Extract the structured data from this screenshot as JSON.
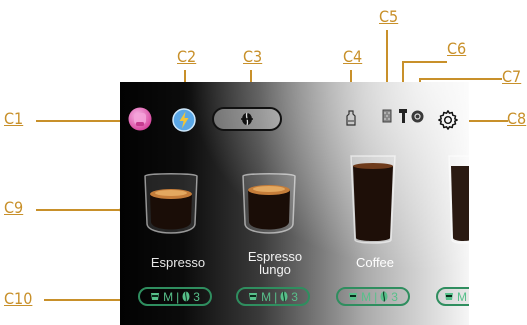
{
  "callouts": {
    "c1": "C1",
    "c2": "C2",
    "c3": "C3",
    "c4": "C4",
    "c5": "C5",
    "c6": "C6",
    "c7": "C7",
    "c8": "C8",
    "c9": "C9",
    "c10": "C10"
  },
  "drinks": [
    {
      "name_line1": "Espresso",
      "name_line2": "",
      "pill": {
        "size": "M",
        "strength": "3"
      }
    },
    {
      "name_line1": "Espresso",
      "name_line2": "lungo",
      "pill": {
        "size": "M",
        "strength": "3"
      }
    },
    {
      "name_line1": "Coffee",
      "name_line2": "",
      "pill": {
        "size": "M",
        "strength": "3"
      }
    },
    {
      "name_line1": "",
      "name_line2": "",
      "pill": {
        "size": "M",
        "strength": ""
      }
    }
  ],
  "colors": {
    "callout": "#c8902a",
    "pill_border": "#2f8e5f",
    "pill_text": "#57c08a",
    "profile_pink": "#e66cc4",
    "profile_blue": "#5aa7e6"
  },
  "icons": {
    "profile": "pink-profile-icon",
    "energy": "lightning-bolt-icon",
    "bean": "coffee-bean-icon",
    "water": "water-tank-icon",
    "grounds": "grounds-container-icon",
    "spout": "coffee-spout-icon",
    "descale": "descale-icon",
    "settings": "gear-icon"
  }
}
